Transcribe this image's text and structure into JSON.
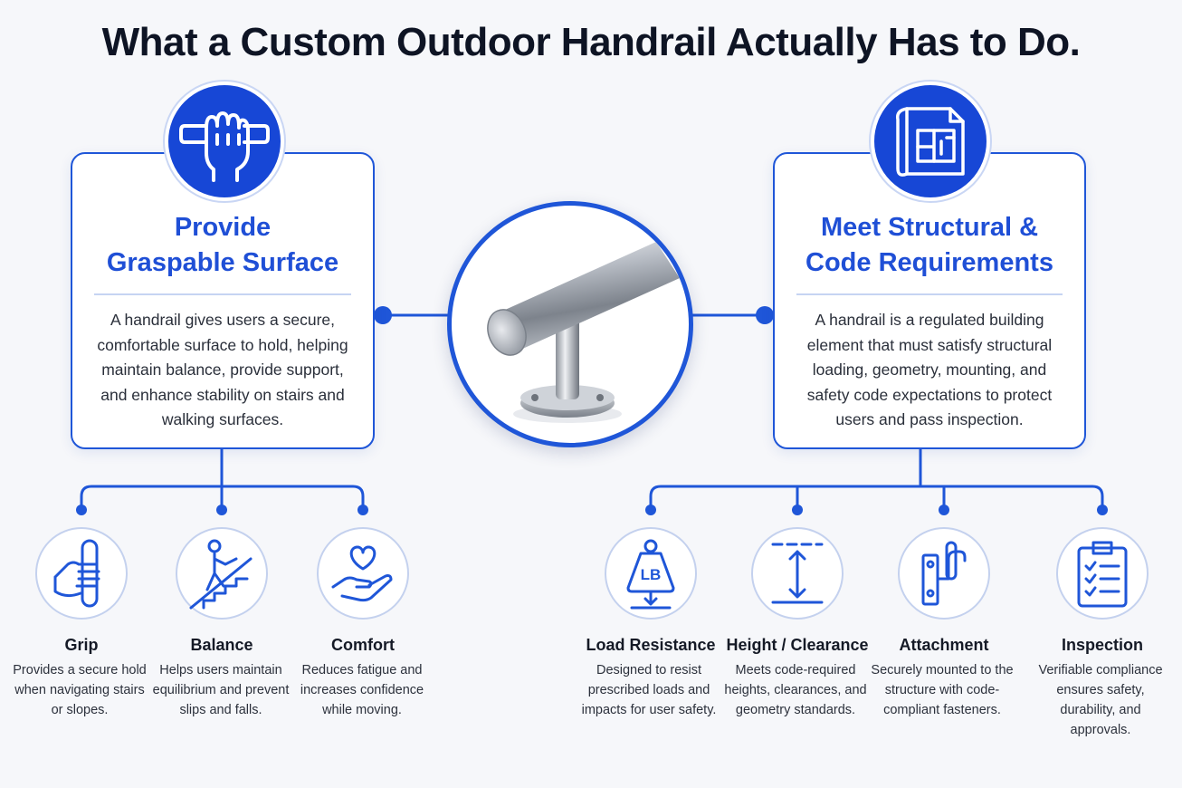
{
  "title": "What a Custom Outdoor Handrail Actually Has to Do.",
  "colors": {
    "accent": "#1f56d8",
    "badge": "#1747d6",
    "text": "#1b1f2a"
  },
  "left_card": {
    "icon": "hand-gripping-rail-icon",
    "title_line1": "Provide",
    "title_line2": "Graspable Surface",
    "body": "A handrail gives users a secure, comfortable surface to hold, helping maintain balance, provide support, and enhance stability on stairs and walking surfaces."
  },
  "right_card": {
    "icon": "blueprint-icon",
    "title_line1": "Meet Structural &",
    "title_line2": "Code Requirements",
    "body": "A handrail is a regulated building element that must satisfy structural loading, geometry, mounting, and safety code expectations to protect users and pass inspection."
  },
  "center_image": "stainless-handrail-bracket-image",
  "left_features": [
    {
      "icon": "grip-icon",
      "title": "Grip",
      "desc": "Provides a secure hold when navigating stairs or slopes."
    },
    {
      "icon": "stairs-balance-icon",
      "title": "Balance",
      "desc": "Helps users maintain equilibrium and prevent slips and falls."
    },
    {
      "icon": "heart-hand-icon",
      "title": "Comfort",
      "desc": "Reduces fatigue and increases confidence while moving."
    }
  ],
  "right_features": [
    {
      "icon": "weight-lb-icon",
      "title": "Load Resistance",
      "weight_label": "LB",
      "desc": "Designed to resist prescribed loads and impacts for user safety."
    },
    {
      "icon": "height-arrow-icon",
      "title": "Height / Clearance",
      "desc": "Meets code-required heights, clearances, and geometry standards."
    },
    {
      "icon": "wall-bracket-icon",
      "title": "Attachment",
      "desc": "Securely mounted to the structure with code-compliant fasteners."
    },
    {
      "icon": "clipboard-checklist-icon",
      "title": "Inspection",
      "desc": "Verifiable compliance ensures safety, durability, and approvals."
    }
  ]
}
